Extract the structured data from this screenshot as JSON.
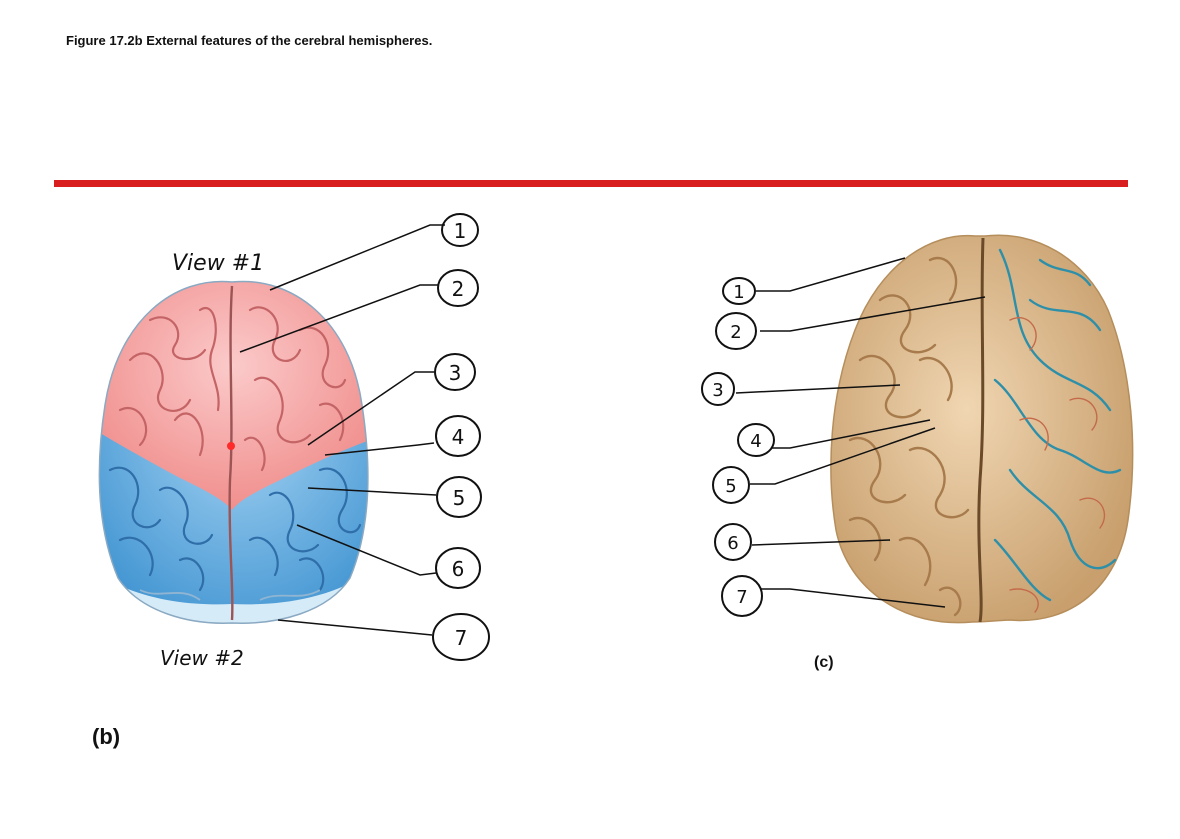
{
  "figure_title": "Figure 17.2b External features of the cerebral hemispheres.",
  "panel_b": {
    "letter": "(b)",
    "view1_note": "View #1",
    "view2_note": "View #2",
    "callouts": [
      "1",
      "2",
      "3",
      "4",
      "5",
      "6",
      "7"
    ],
    "colors": {
      "frontal": "#f4a8a6",
      "posterior": "#6fb3e3",
      "occipital": "#cfe6f5"
    }
  },
  "panel_c": {
    "letter": "(c)",
    "callouts": [
      "1",
      "2",
      "3",
      "4",
      "5",
      "6",
      "7"
    ],
    "colors": {
      "tissue": "#e7c69b",
      "vessel": "#2e8fa8"
    }
  },
  "accent_color": "#d81e1e"
}
